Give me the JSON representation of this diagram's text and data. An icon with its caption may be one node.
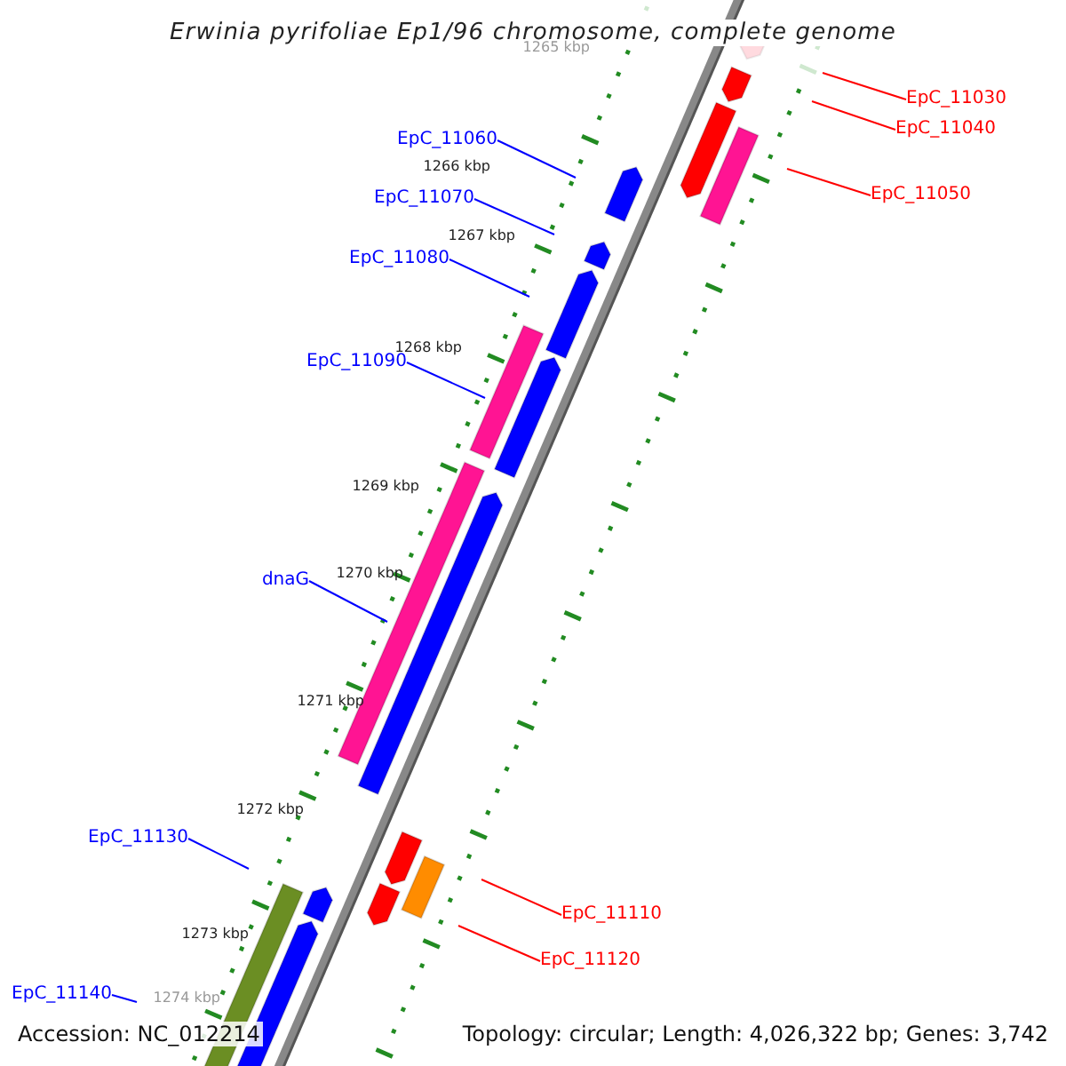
{
  "diagram": {
    "title": "Erwinia pyrifoliae Ep1/96 chromosome, complete genome",
    "nodes": [
      {
        "text": [
          "EpC_11030"
        ]
      },
      {
        "text": [
          "EpC_11040"
        ]
      },
      {
        "text": [
          "EpC_11060"
        ]
      },
      {
        "text": [
          "EpC_11050"
        ]
      },
      {
        "text": [
          "EpC_11070"
        ]
      },
      {
        "text": [
          "EpC_11080"
        ]
      },
      {
        "text": [
          "EpC_11090"
        ]
      },
      {
        "text": [
          "dnaG"
        ]
      },
      {
        "text": [
          "EpC_11130"
        ]
      },
      {
        "text": [
          "EpC_11110"
        ]
      },
      {
        "text": [
          "EpC_11120"
        ]
      },
      {
        "text": [
          "EpC_11140"
        ]
      }
    ],
    "edges": [
      {
        "from": 0,
        "to": null,
        "arrow": "none",
        "color": "#ff0000"
      },
      {
        "from": 1,
        "to": null,
        "arrow": "none",
        "color": "#ff0000"
      },
      {
        "from": 2,
        "to": null,
        "arrow": "none"
      },
      {
        "from": 3,
        "to": null,
        "arrow": "none",
        "color": "#ff0000"
      },
      {
        "from": 4,
        "to": null,
        "arrow": "none"
      },
      {
        "from": 5,
        "to": null,
        "arrow": "none"
      },
      {
        "from": 6,
        "to": null,
        "arrow": "none"
      },
      {
        "from": 7,
        "to": null,
        "arrow": "none"
      },
      {
        "from": 8,
        "to": null,
        "arrow": "none"
      },
      {
        "from": 9,
        "to": null,
        "arrow": "none",
        "color": "#ff0000"
      },
      {
        "from": 10,
        "to": null,
        "arrow": "none",
        "color": "#ff0000"
      },
      {
        "from": 11,
        "to": null,
        "arrow": "none"
      }
    ],
    "labels": [
      "1265 kbp",
      "1266 kbp",
      "1267 kbp",
      "1268 kbp",
      "1269 kbp",
      "1270 kbp",
      "1271 kbp",
      "1272 kbp",
      "1273 kbp",
      "1274 kbp",
      "Accession: NC_012214",
      "Topology: circular; Length: 4,026,322 bp; Genes: 3,742"
    ]
  }
}
